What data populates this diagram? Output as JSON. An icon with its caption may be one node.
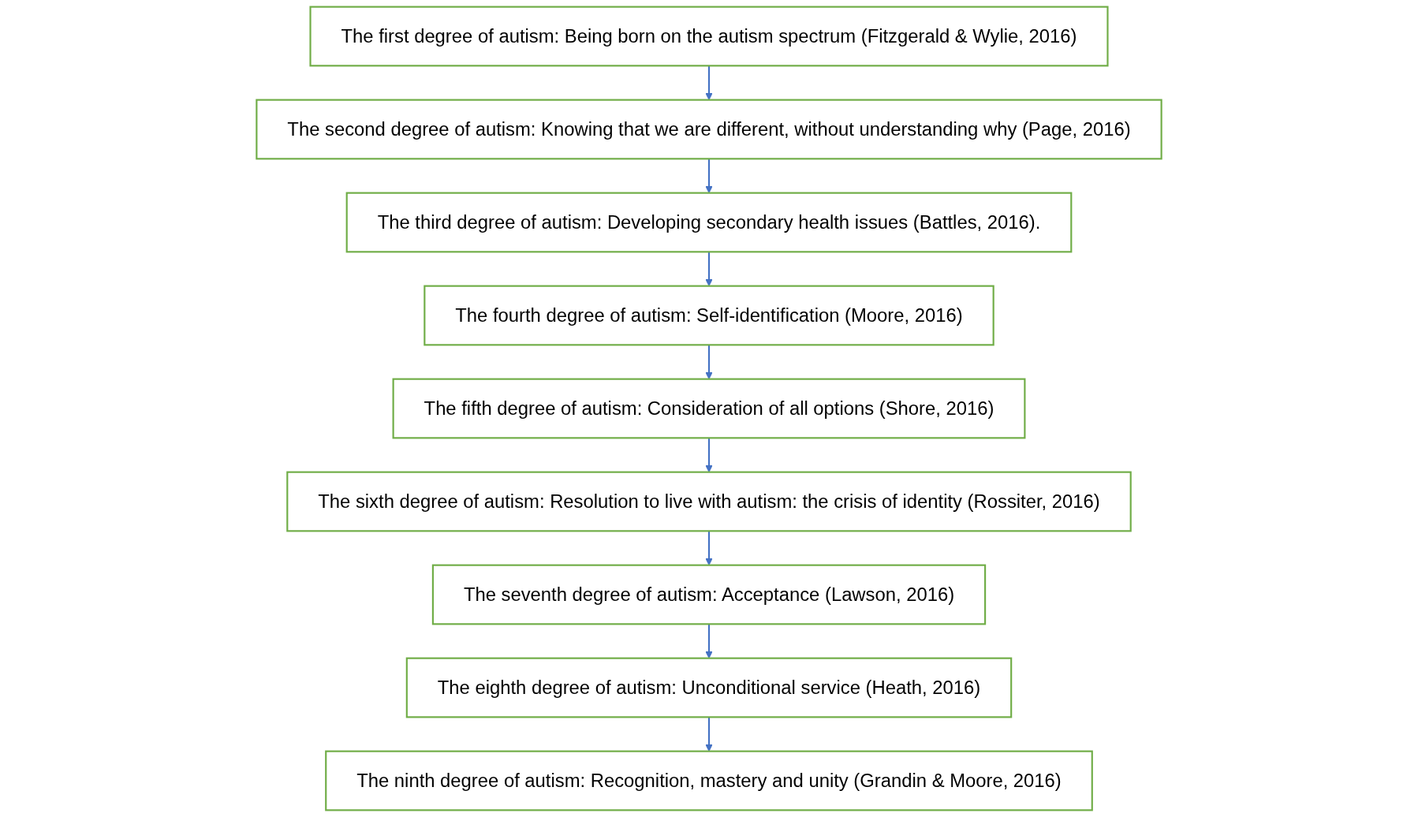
{
  "diagram": {
    "nodes": [
      {
        "text": [
          "The first degree of autism: Being born on the autism spectrum (Fitzgerald & Wylie, 2016)"
        ]
      },
      {
        "text": [
          "The second degree of autism: Knowing that we are different, without understanding why (Page, 2016)"
        ]
      },
      {
        "text": [
          "The third degree of autism: Developing secondary health issues (Battles, 2016)."
        ]
      },
      {
        "text": [
          "The fourth degree of autism: Self-identification (Moore, 2016)"
        ]
      },
      {
        "text": [
          "The fifth degree of autism: Consideration of all options (Shore, 2016)"
        ]
      },
      {
        "text": [
          "The sixth degree of autism: Resolution to live with autism: the crisis of identity (Rossiter, 2016)"
        ]
      },
      {
        "text": [
          "The seventh degree of autism: Acceptance (Lawson, 2016)"
        ]
      },
      {
        "text": [
          "The eighth degree of autism: Unconditional service (Heath, 2016)"
        ]
      },
      {
        "text": [
          "The ninth degree of autism: Recognition, mastery and unity (Grandin & Moore, 2016)"
        ]
      }
    ],
    "edges": [
      {
        "from": 0,
        "to": 1,
        "arrow": "to"
      },
      {
        "from": 1,
        "to": 2,
        "arrow": "to"
      },
      {
        "from": 2,
        "to": 3,
        "arrow": "to"
      },
      {
        "from": 3,
        "to": 4,
        "arrow": "to"
      },
      {
        "from": 4,
        "to": 5,
        "arrow": "to"
      },
      {
        "from": 5,
        "to": 6,
        "arrow": "to"
      },
      {
        "from": 6,
        "to": 7,
        "arrow": "to"
      },
      {
        "from": 7,
        "to": 8,
        "arrow": "to"
      }
    ]
  }
}
